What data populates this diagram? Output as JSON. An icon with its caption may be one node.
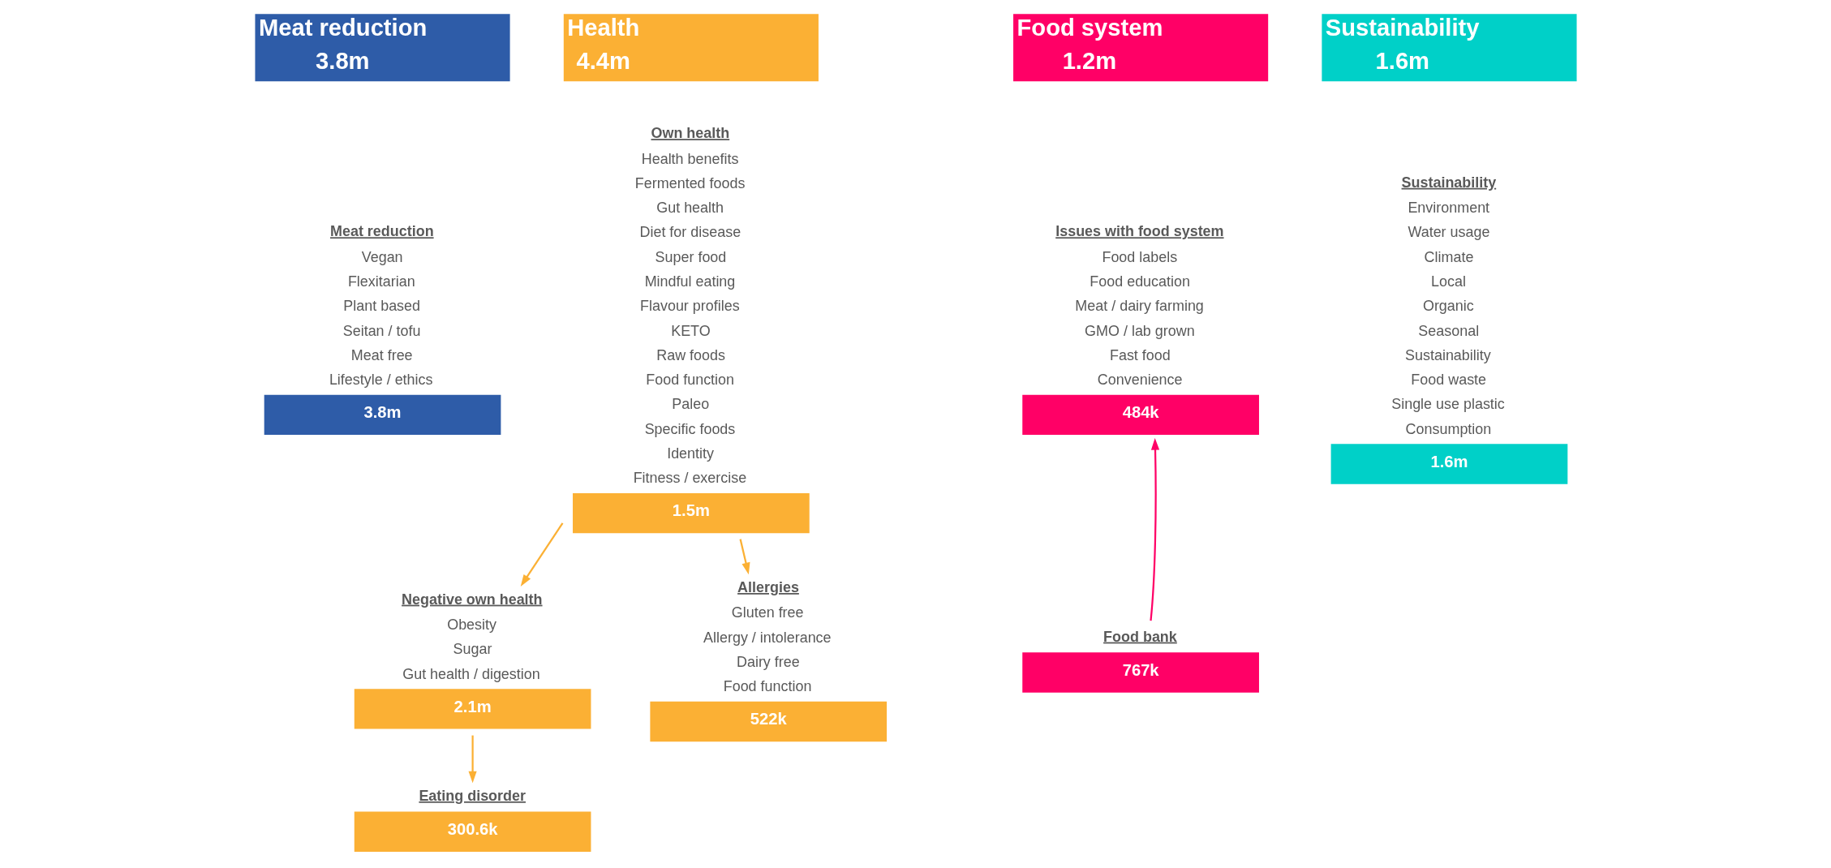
{
  "diagram": {
    "nodes": [
      {
        "text": [
          "Meat reduction",
          "3.8m"
        ]
      },
      {
        "text": [
          "Health",
          "4.4m"
        ]
      },
      {
        "text": [
          "Food system",
          "1.2m"
        ]
      },
      {
        "text": [
          "Sustainability",
          "1.6m"
        ]
      },
      {
        "text": [
          "3.8m"
        ],
        "beside": [
          "Meat reduction",
          "Vegan",
          "Flexitarian",
          "Plant based",
          "Seitan / tofu",
          "Meat free",
          "Lifestyle / ethics"
        ]
      },
      {
        "text": [
          "1.5m"
        ],
        "beside": [
          "Own health",
          "Health benefits",
          "Fermented foods",
          "Gut health",
          "Diet for disease",
          "Super food",
          "Mindful eating",
          "Flavour profiles",
          "KETO",
          "Raw foods",
          "Food function",
          "Paleo",
          "Specific foods",
          "Identity",
          "Fitness / exercise"
        ]
      },
      {
        "text": [
          "484k"
        ],
        "beside": [
          "Issues with food system",
          "Food labels",
          "Food education",
          "Meat / dairy farming",
          "GMO / lab grown",
          "Fast food",
          "Convenience"
        ]
      },
      {
        "text": [
          "1.6m"
        ],
        "beside": [
          "Sustainability",
          "Environment",
          "Water usage",
          "Climate",
          "Local",
          "Organic",
          "Seasonal",
          "Sustainability",
          "Food waste",
          "Single use plastic",
          "Consumption"
        ]
      },
      {
        "text": [
          "767k"
        ],
        "beside": [
          "Food bank"
        ]
      },
      {
        "text": [
          "2.1m"
        ],
        "beside": [
          "Negative own health",
          "Obesity",
          "Sugar",
          "Gut health / digestion"
        ]
      },
      {
        "text": [
          "300.6k"
        ],
        "beside": [
          "Eating disorder"
        ]
      },
      {
        "text": [
          "522k"
        ],
        "beside": [
          "Allergies",
          "Gluten free",
          "Allergy / intolerance",
          "Dairy free",
          "Food function"
        ]
      }
    ],
    "edges": [
      {
        "from": 5,
        "to": 9,
        "arrow": "to"
      },
      {
        "from": 5,
        "to": 11,
        "arrow": "to"
      },
      {
        "from": 9,
        "to": 10,
        "arrow": "to"
      },
      {
        "from": 8,
        "to": 6,
        "arrow": "to",
        "color": "#ff0066"
      }
    ]
  }
}
